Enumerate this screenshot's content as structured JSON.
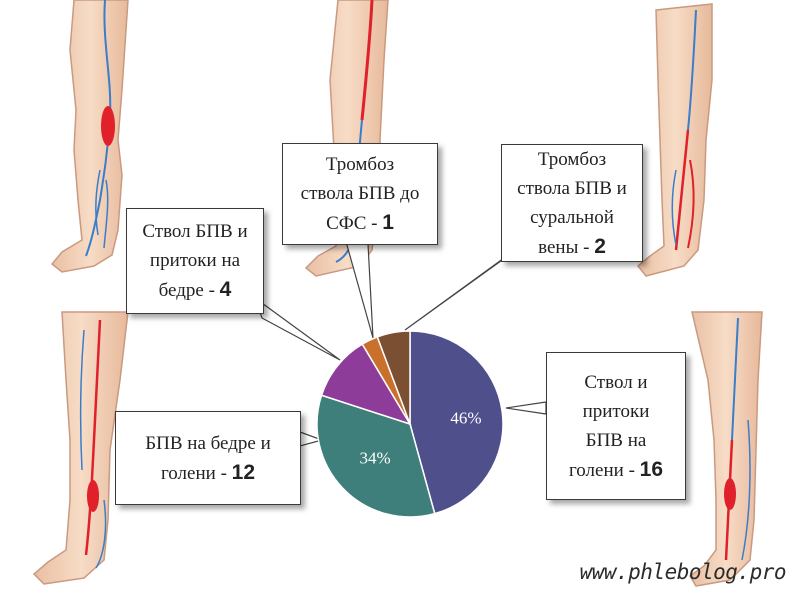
{
  "chart_data": {
    "type": "pie",
    "title": "",
    "slices": [
      {
        "label": "Ствол и притоки БПВ на голени",
        "value": 16,
        "percent_label": "46%",
        "color": "#4f4f8b"
      },
      {
        "label": "БПВ на бедре и голени",
        "value": 12,
        "percent_label": "34%",
        "color": "#3f7f7b"
      },
      {
        "label": "Ствол БПВ и притоки на бедре",
        "value": 4,
        "percent_label": "",
        "color": "#8d3c9a"
      },
      {
        "label": "Тромбоз ствола БПВ до СФС",
        "value": 1,
        "percent_label": "",
        "color": "#c9702c"
      },
      {
        "label": "Тромбоз ствола БПВ и суральной вены",
        "value": 2,
        "percent_label": "",
        "color": "#7a4f32"
      }
    ]
  },
  "callouts": {
    "c1": {
      "line1": "Тромбоз",
      "line2": "ствола БПВ до",
      "line3": "СФС",
      "num": "1"
    },
    "c2": {
      "line1": "Тромбоз",
      "line2": "ствола БПВ и",
      "line3": "суральной",
      "line4": "вены",
      "num": "2"
    },
    "c3": {
      "line1": "Ствол БПВ и",
      "line2": "притоки на",
      "line3": "бедре",
      "num": "4"
    },
    "c4": {
      "line1": "БПВ на бедре и",
      "line2": "голени",
      "num": "12"
    },
    "c5": {
      "line1": "Ствол и",
      "line2": "притоки",
      "line3": "БПВ на",
      "line4": "голени",
      "num": "16"
    }
  },
  "watermark": "www.phlebolog.pro",
  "colors": {
    "skin": "#f3cfb4",
    "skin_edge": "#c99a80",
    "vein_blue": "#3a7dc9",
    "vein_red": "#e0202a",
    "outline": "#6b6b6b"
  }
}
